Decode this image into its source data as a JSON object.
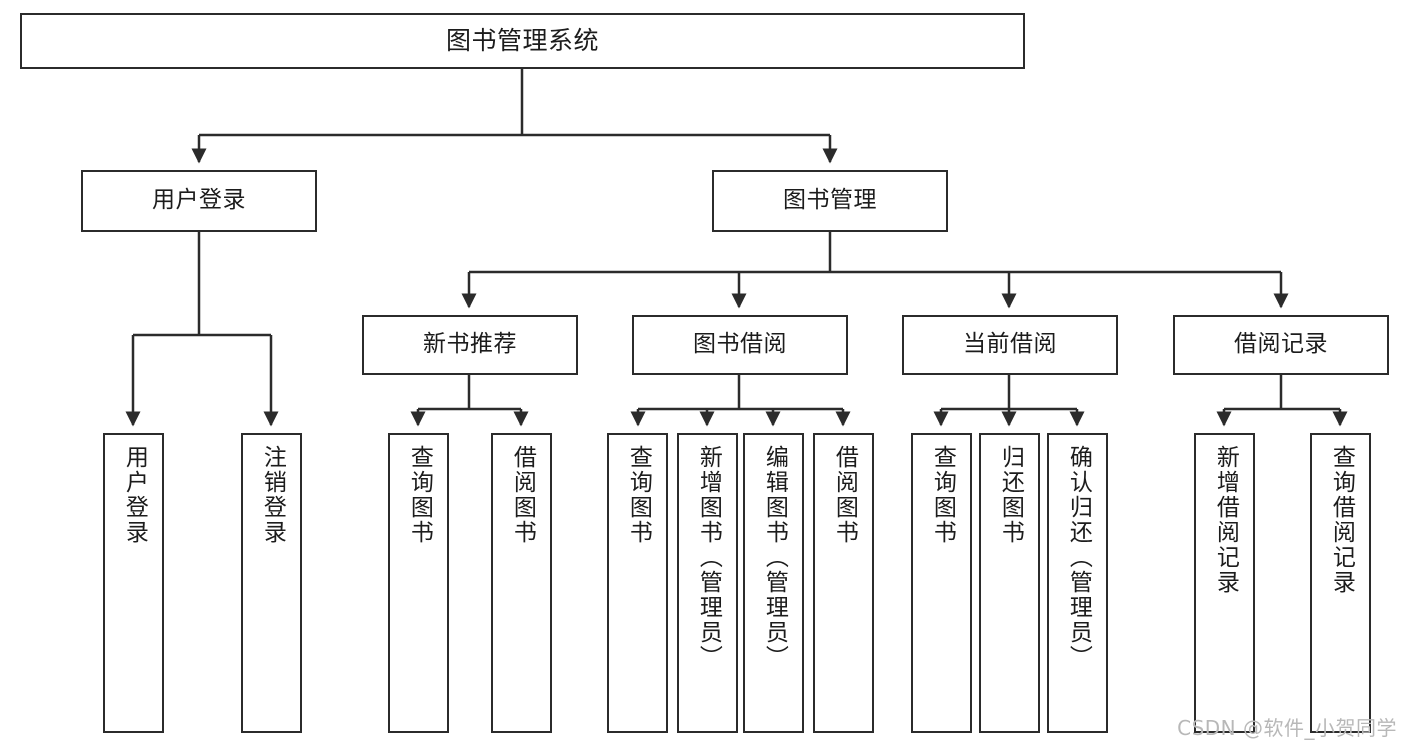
{
  "diagram": {
    "title": "图书管理系统",
    "type": "tree-hierarchy",
    "root": {
      "label": "图书管理系统"
    },
    "level2": [
      {
        "label": "用户登录"
      },
      {
        "label": "图书管理"
      }
    ],
    "level3": [
      {
        "label": "新书推荐"
      },
      {
        "label": "图书借阅"
      },
      {
        "label": "当前借阅"
      },
      {
        "label": "借阅记录"
      }
    ],
    "leaves": {
      "user_login": [
        {
          "label": "用户登录"
        },
        {
          "label": "注销登录"
        }
      ],
      "new_book_recommend": [
        {
          "label": "查询图书"
        },
        {
          "label": "借阅图书"
        }
      ],
      "book_borrow": [
        {
          "label": "查询图书"
        },
        {
          "label": "新增图书（管理员）"
        },
        {
          "label": "编辑图书（管理员）"
        },
        {
          "label": "借阅图书"
        }
      ],
      "current_borrow": [
        {
          "label": "查询图书"
        },
        {
          "label": "归还图书"
        },
        {
          "label": "确认归还（管理员）"
        }
      ],
      "borrow_record": [
        {
          "label": "新增借阅记录"
        },
        {
          "label": "查询借阅记录"
        }
      ]
    },
    "watermark": "CSDN @软件_小贺同学",
    "colors": {
      "stroke": "#2b2b2b",
      "fill": "#ffffff",
      "text": "#1c1c1c",
      "watermark": "#b8b8b8"
    }
  }
}
